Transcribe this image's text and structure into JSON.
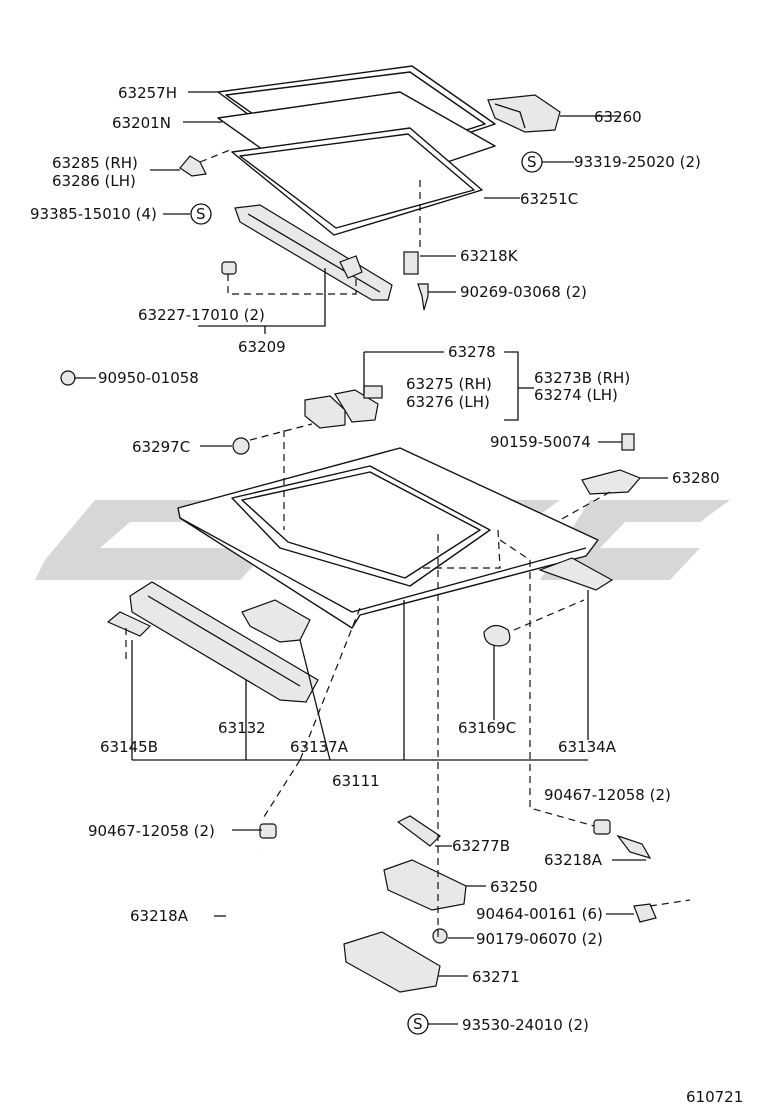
{
  "diagram_id": "610721",
  "callouts": {
    "p63257H": "63257H",
    "p63201N": "63201N",
    "p63285": "63285 (RH)",
    "p63286": "63286 (LH)",
    "p93385": "93385-15010 (4)",
    "p63260": "63260",
    "p93319": "93319-25020 (2)",
    "p63251C": "63251C",
    "p63218K": "63218K",
    "p90269": "90269-03068 (2)",
    "p63227": "63227-17010 (2)",
    "p63209": "63209",
    "p90950": "90950-01058",
    "p63278": "63278",
    "p63275": "63275 (RH)",
    "p63276": "63276 (LH)",
    "p63273B": "63273B (RH)",
    "p63274": "63274   (LH)",
    "p63297C": "63297C",
    "p90159": "90159-50074",
    "p63280": "63280",
    "p63132": "63132",
    "p63145B": "63145B",
    "p63137A": "63137A",
    "p63169C": "63169C",
    "p63134A": "63134A",
    "p63111": "63111",
    "p90467a": "90467-12058 (2)",
    "p90467b": "90467-12058 (2)",
    "p63277B": "63277B",
    "p63218Aa": "63218A",
    "p63218Ab": "63218A",
    "p63250": "63250",
    "p90464": "90464-00161 (6)",
    "p90179": "90179-06070 (2)",
    "p63271": "63271",
    "p93530": "93530-24010 (2)"
  },
  "symbols": {
    "s_mark": "S"
  }
}
